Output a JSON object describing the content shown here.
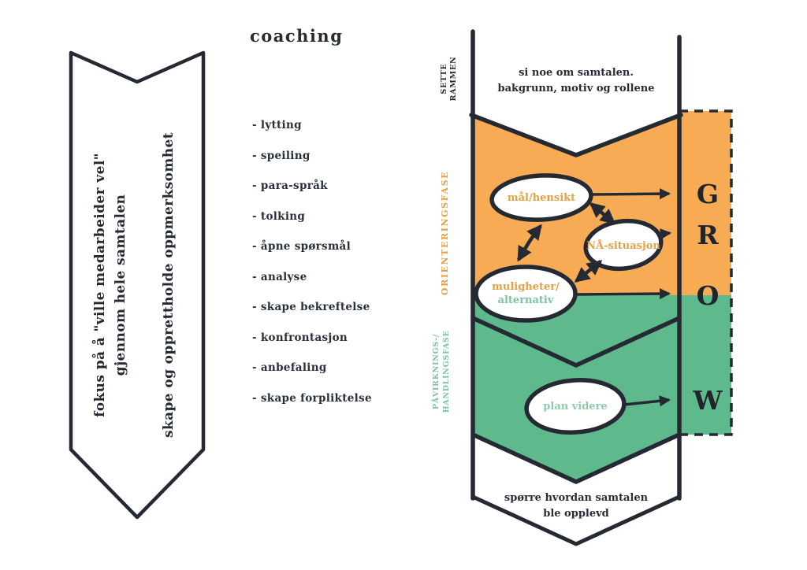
{
  "colors": {
    "ink": "#242932",
    "orange": "#F6AB54",
    "green": "#5EB98C",
    "orange-text": "#E3A145",
    "green-text": "#7CC4A0",
    "plan-text": "#8FCBAB"
  },
  "left_banner": {
    "focus_line1": "fokus på å \"ville medarbeider vel\"",
    "focus_line2": "gjennom hele samtalen",
    "attention_line": "skape og opprettholde oppmerksomhet"
  },
  "coaching": {
    "title": "coaching",
    "skills": [
      "- lytting",
      "- speiling",
      "- para-språk",
      "- tolking",
      "- åpne spørsmål",
      "- analyse",
      "- skape bekreftelse",
      "- konfrontasjon",
      "- anbefaling",
      "- skape forpliktelse"
    ]
  },
  "process": {
    "frame_label": {
      "line1": "SETTE",
      "line2": "RAMMEN"
    },
    "opening_text": {
      "line1": "si noe om samtalen.",
      "line2": "bakgrunn, motiv og rollene"
    },
    "orientation_phase_label": "ORIENTERINGSFASE",
    "action_phase_label": {
      "line1": "PÅVIRKNINGS-/",
      "line2": "HANDLINGSFASE"
    },
    "nodes": {
      "goal": "mål/hensikt",
      "now": "NÅ-situasjon",
      "options_line1": "muligheter/",
      "options_line2": "alternativ",
      "plan": "plan videre"
    },
    "closing_text": {
      "line1": "spørre hvordan samtalen",
      "line2": "ble opplevd"
    },
    "grow": {
      "g": "G",
      "r": "R",
      "o": "O",
      "w": "W"
    }
  }
}
